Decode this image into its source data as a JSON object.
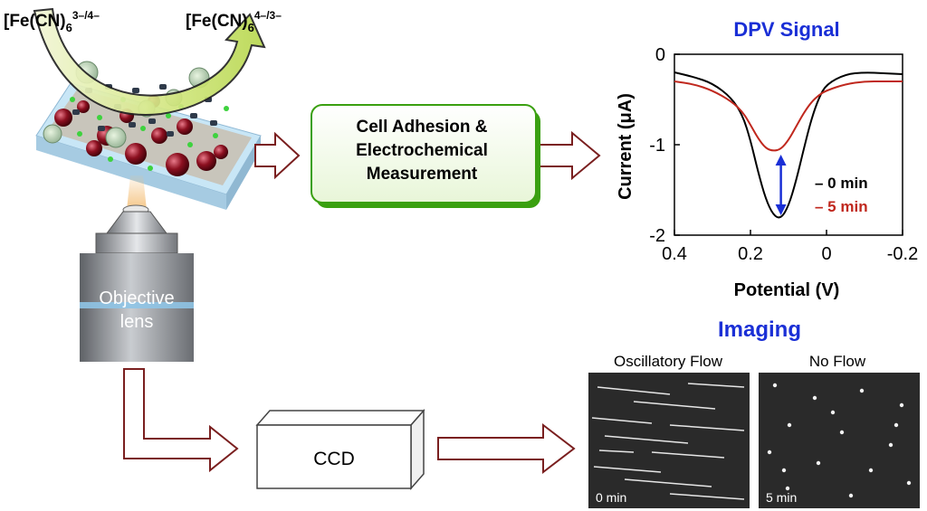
{
  "reagents": {
    "left": {
      "base": "[Fe(CN)",
      "sub": "6",
      "sup": "3–/4–"
    },
    "right": {
      "base": "[Fe(CN)",
      "sub": "6",
      "sup": "4–/3–"
    }
  },
  "objective_label": {
    "line1": "Objective",
    "line2": "lens"
  },
  "process_box": {
    "line1": "Cell Adhesion &",
    "line2": "Electrochemical",
    "line3": "Measurement"
  },
  "ccd_label": "CCD",
  "imaging": {
    "title": "Imaging",
    "panels": [
      {
        "label": "Oscillatory Flow",
        "time": "0 min"
      },
      {
        "label": "No Flow",
        "time": "5 min"
      }
    ]
  },
  "colors": {
    "arrow_outline": "#7a1f1f",
    "title_blue": "#1a2fd6",
    "series_red": "#c0281e",
    "box_green": "#3aa010"
  },
  "chart_data": {
    "type": "line",
    "title": "DPV Signal",
    "xlabel": "Potential (V)",
    "ylabel": "Current (μA)",
    "xlim": [
      0.4,
      -0.2
    ],
    "ylim": [
      -2,
      0
    ],
    "x_ticks": [
      "0.4",
      "0.2",
      "0",
      "-0.2"
    ],
    "y_ticks": [
      "0",
      "-1",
      "-2"
    ],
    "x_axis_reversed": true,
    "grid": false,
    "legend": "bottom-right",
    "series": [
      {
        "name": "– 0 min",
        "color": "#000000",
        "x": [
          0.4,
          0.35,
          0.3,
          0.25,
          0.22,
          0.2,
          0.18,
          0.16,
          0.14,
          0.12,
          0.1,
          0.08,
          0.06,
          0.04,
          0.02,
          0.0,
          -0.05,
          -0.1,
          -0.15,
          -0.2
        ],
        "y": [
          -0.2,
          -0.25,
          -0.32,
          -0.48,
          -0.68,
          -0.95,
          -1.3,
          -1.6,
          -1.78,
          -1.82,
          -1.68,
          -1.4,
          -1.05,
          -0.72,
          -0.48,
          -0.33,
          -0.22,
          -0.2,
          -0.21,
          -0.22
        ]
      },
      {
        "name": "– 5 min",
        "color": "#c0281e",
        "x": [
          0.4,
          0.35,
          0.3,
          0.25,
          0.22,
          0.2,
          0.18,
          0.16,
          0.14,
          0.12,
          0.1,
          0.08,
          0.06,
          0.04,
          0.02,
          0.0,
          -0.05,
          -0.1,
          -0.15,
          -0.2
        ],
        "y": [
          -0.3,
          -0.33,
          -0.4,
          -0.52,
          -0.64,
          -0.78,
          -0.93,
          -1.04,
          -1.07,
          -1.05,
          -0.95,
          -0.8,
          -0.65,
          -0.53,
          -0.45,
          -0.4,
          -0.33,
          -0.3,
          -0.3,
          -0.3
        ]
      }
    ],
    "annotation": "double arrow between peaks at 0.12 V"
  }
}
